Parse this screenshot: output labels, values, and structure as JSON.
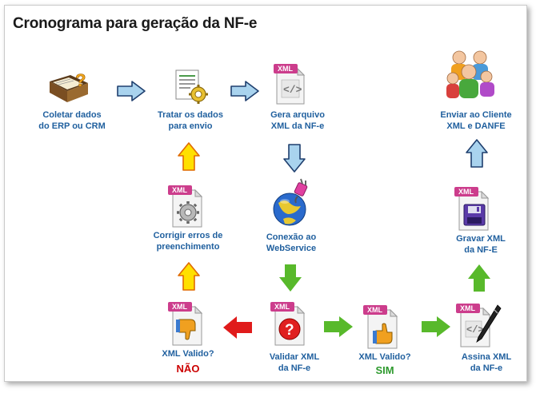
{
  "title": "Cronograma para geração da NF-e",
  "nodes": {
    "coletar": {
      "line1": "Coletar dados",
      "line2": "do ERP ou CRM"
    },
    "tratar": {
      "line1": "Tratar os dados",
      "line2": "para envio"
    },
    "gera": {
      "line1": "Gera arquivo",
      "line2": "XML da NF-e"
    },
    "enviar": {
      "line1": "Enviar ao Cliente",
      "line2": "XML e DANFE"
    },
    "corrigir": {
      "line1": "Corrigir erros de",
      "line2": "preenchimento"
    },
    "conexao": {
      "line1": "Conexão ao",
      "line2": "WebService"
    },
    "gravar": {
      "line1": "Gravar XML",
      "line2": "da NF-E"
    },
    "xml_valido_nao": {
      "line1": "XML Valido?",
      "status": "NÃO"
    },
    "validar": {
      "line1": "Validar XML",
      "line2": "da  NF-e"
    },
    "xml_valido_sim": {
      "line1": "XML Valido?",
      "status": "SIM"
    },
    "assina": {
      "line1": "Assina XML",
      "line2": "da NF-e"
    }
  },
  "file_tag": "XML",
  "colors": {
    "label": "#1f5f9e",
    "nao": "#cc0000",
    "sim": "#2e9a2e",
    "arrow_blue": "#a9d3ee",
    "arrow_green": "#58b92b",
    "arrow_yellow": "#ffe000",
    "arrow_red": "#e01b1b",
    "xml_pink": "#cc3d8c"
  }
}
